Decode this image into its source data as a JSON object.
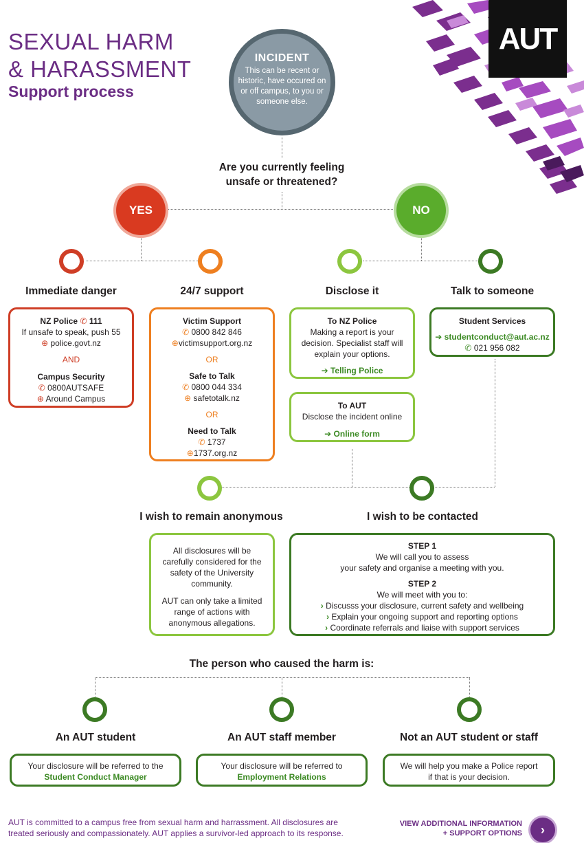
{
  "header": {
    "title_line1": "SEXUAL HARM",
    "title_line2": "& HARASSMENT",
    "subtitle": "Support process",
    "logo": "AUT"
  },
  "incident": {
    "heading": "INCIDENT",
    "text": "This can be recent or historic, have occured on or off campus, to you or someone else."
  },
  "question1": {
    "line1": "Are you currently feeling",
    "line2": "unsafe or threatened?"
  },
  "yes_label": "YES",
  "no_label": "NO",
  "immediate_danger": {
    "heading": "Immediate danger",
    "police_label": "NZ Police",
    "police_number": "111",
    "police_note": "If unsafe to speak, push 55",
    "police_web": "police.govt.nz",
    "and": "AND",
    "campus_label": "Campus Security",
    "campus_phone": "0800AUTSAFE",
    "campus_location": "Around Campus"
  },
  "support_247": {
    "heading": "24/7 support",
    "victim_label": "Victim Support",
    "victim_phone": "0800 842 846",
    "victim_web": "victimsupport.org.nz",
    "or1": "OR",
    "safe_label": "Safe to Talk",
    "safe_phone": "0800 044 334",
    "safe_web": "safetotalk.nz",
    "or2": "OR",
    "need_label": "Need to Talk",
    "need_phone": "1737",
    "need_web": "1737.org.nz"
  },
  "disclose": {
    "heading": "Disclose it",
    "police_title": "To NZ Police",
    "police_text": "Making a report is your decision. Specialist staff will explain your options.",
    "police_link": "Telling Police",
    "aut_title": "To AUT",
    "aut_text": "Disclose the incident online",
    "aut_link": "Online form"
  },
  "talk": {
    "heading": "Talk to someone",
    "title": "Student Services",
    "email": "studentconduct@aut.ac.nz",
    "phone": "021 956 082"
  },
  "anonymous": {
    "heading": "I wish to remain anonymous",
    "para1": "All disclosures will be carefully considered for the safety of the University community.",
    "para2": "AUT can only take a limited range of actions with anonymous allegations."
  },
  "contacted": {
    "heading": "I wish to be contacted",
    "step1_title": "STEP 1",
    "step1_line1": "We will call you to assess",
    "step1_line2": "your safety and organise a meeting with you.",
    "step2_title": "STEP 2",
    "step2_intro": "We will meet with you to:",
    "bullets": [
      "Discusss your disclosure, current safety and wellbeing",
      "Explain your ongoing support and reporting options",
      "Coordinate referrals and liaise with support services"
    ]
  },
  "question2": "The person who caused the harm is:",
  "outcomes": [
    {
      "heading": "An AUT student",
      "text": "Your disclosure will be referred to the",
      "highlight": "Student Conduct Manager"
    },
    {
      "heading": "An AUT staff member",
      "text": "Your disclosure will be referred to",
      "highlight": "Employment Relations"
    },
    {
      "heading": "Not an AUT student or staff",
      "text": "We will help you make a Police report if that is your decision.",
      "highlight": ""
    }
  ],
  "footer": {
    "text": "AUT is committed to a campus free from sexual harm and harrassment. All disclosures are treated seriously and compassionately. AUT applies a survivor-led approach to its response.",
    "link_line1": "VIEW ADDITIONAL INFORMATION",
    "link_line2": "+ SUPPORT OPTIONS"
  },
  "colors": {
    "purple": "#6b2d84",
    "red": "#cf3e26",
    "orange": "#ee7f20",
    "light_green": "#8cc63f",
    "dark_green": "#3c7a24",
    "grey": "#8a9aa5"
  },
  "icons": [
    "phone-icon",
    "globe-icon",
    "arrow-circle-icon",
    "chevron-right-icon"
  ]
}
